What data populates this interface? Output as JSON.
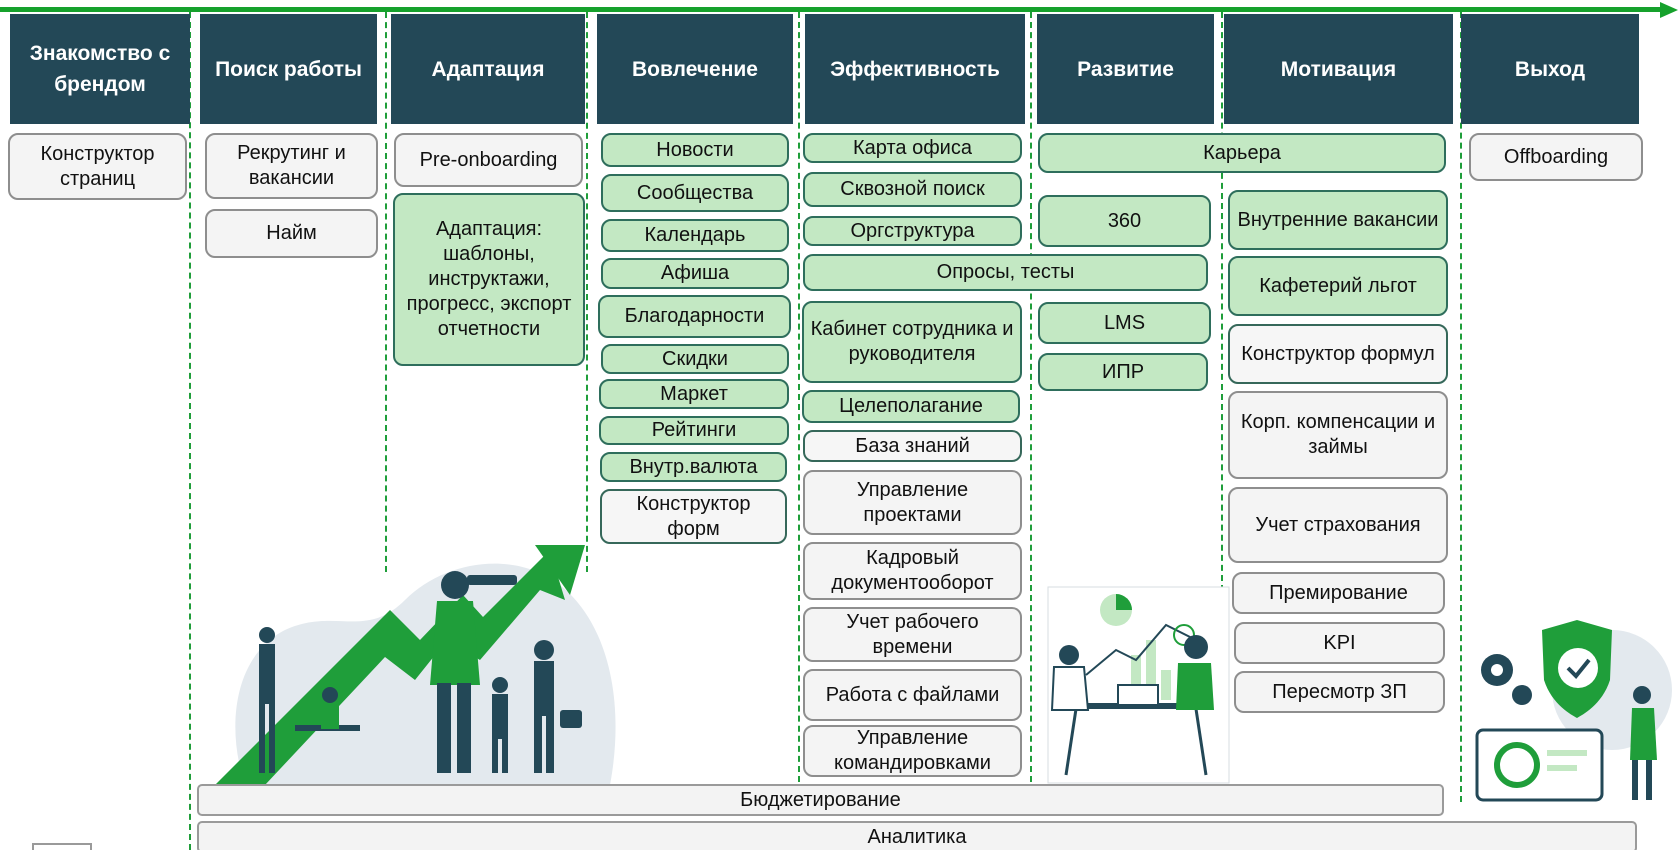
{
  "colors": {
    "header_bg": "#234857",
    "green_box": "#c3e8c3",
    "green_border": "#2e6e5c",
    "grey_box": "#f4f4f4",
    "arrow": "#16a12c"
  },
  "columns": [
    {
      "key": "brand",
      "title": "Знакомство с брендом"
    },
    {
      "key": "search",
      "title": "Поиск работы"
    },
    {
      "key": "adaptation",
      "title": "Адаптация"
    },
    {
      "key": "engagement",
      "title": "Вовлечение"
    },
    {
      "key": "efficiency",
      "title": "Эффективность"
    },
    {
      "key": "development",
      "title": "Развитие"
    },
    {
      "key": "motivation",
      "title": "Мотивация"
    },
    {
      "key": "exit",
      "title": "Выход"
    }
  ],
  "items": {
    "brand": [
      {
        "label": "Конструктор страниц",
        "style": "w"
      }
    ],
    "search": [
      {
        "label": "Рекрутинг и вакансии",
        "style": "w"
      },
      {
        "label": "Найм",
        "style": "w"
      }
    ],
    "adaptation": [
      {
        "label": "Pre-onboarding",
        "style": "w"
      },
      {
        "label": "Адаптация: шаблоны, инструктажи, прогресс, экспорт отчетности",
        "style": "g"
      }
    ],
    "engagement": [
      {
        "label": "Новости",
        "style": "g"
      },
      {
        "label": "Сообщества",
        "style": "g"
      },
      {
        "label": "Календарь",
        "style": "g"
      },
      {
        "label": "Афиша",
        "style": "g"
      },
      {
        "label": "Благодарности",
        "style": "g"
      },
      {
        "label": "Скидки",
        "style": "g"
      },
      {
        "label": "Маркет",
        "style": "g"
      },
      {
        "label": "Рейтинги",
        "style": "g"
      },
      {
        "label": "Внутр.валюта",
        "style": "g"
      },
      {
        "label": "Конструктор форм",
        "style": "ws"
      }
    ],
    "efficiency": [
      {
        "label": "Карта офиса",
        "style": "g"
      },
      {
        "label": "Сквозной поиск",
        "style": "g"
      },
      {
        "label": "Оргструктура",
        "style": "g"
      },
      {
        "label": "Опросы, тесты",
        "style": "g"
      },
      {
        "label": "Кабинет сотрудника и руководителя",
        "style": "g"
      },
      {
        "label": "Целеполагание",
        "style": "g"
      },
      {
        "label": "База знаний",
        "style": "ws"
      },
      {
        "label": "Управление проектами",
        "style": "w"
      },
      {
        "label": "Кадровый документооборот",
        "style": "w"
      },
      {
        "label": "Учет рабочего времени",
        "style": "w"
      },
      {
        "label": "Работа с файлами",
        "style": "w"
      },
      {
        "label": "Управление командировками",
        "style": "w"
      }
    ],
    "development": [
      {
        "label": "Карьера",
        "style": "g"
      },
      {
        "label": "360",
        "style": "g"
      },
      {
        "label": "LMS",
        "style": "g"
      },
      {
        "label": "ИПР",
        "style": "g"
      }
    ],
    "motivation": [
      {
        "label": "Внутренние вакансии",
        "style": "g"
      },
      {
        "label": "Кафетерий льгот",
        "style": "g"
      },
      {
        "label": "Конструктор формул",
        "style": "ws"
      },
      {
        "label": "Корп. компенсации и займы",
        "style": "w"
      },
      {
        "label": "Учет страхования",
        "style": "w"
      },
      {
        "label": "Премирование",
        "style": "w"
      },
      {
        "label": "KPI",
        "style": "w"
      },
      {
        "label": "Пересмотр ЗП",
        "style": "w"
      }
    ],
    "exit": [
      {
        "label": "Offboarding",
        "style": "w"
      }
    ]
  },
  "bars": {
    "budgeting": "Бюджетирование",
    "analytics": "Аналитика"
  },
  "illustrations": {
    "left": "growth-team-illustration",
    "middle": "meeting-analytics-illustration",
    "right": "security-shield-illustration"
  }
}
